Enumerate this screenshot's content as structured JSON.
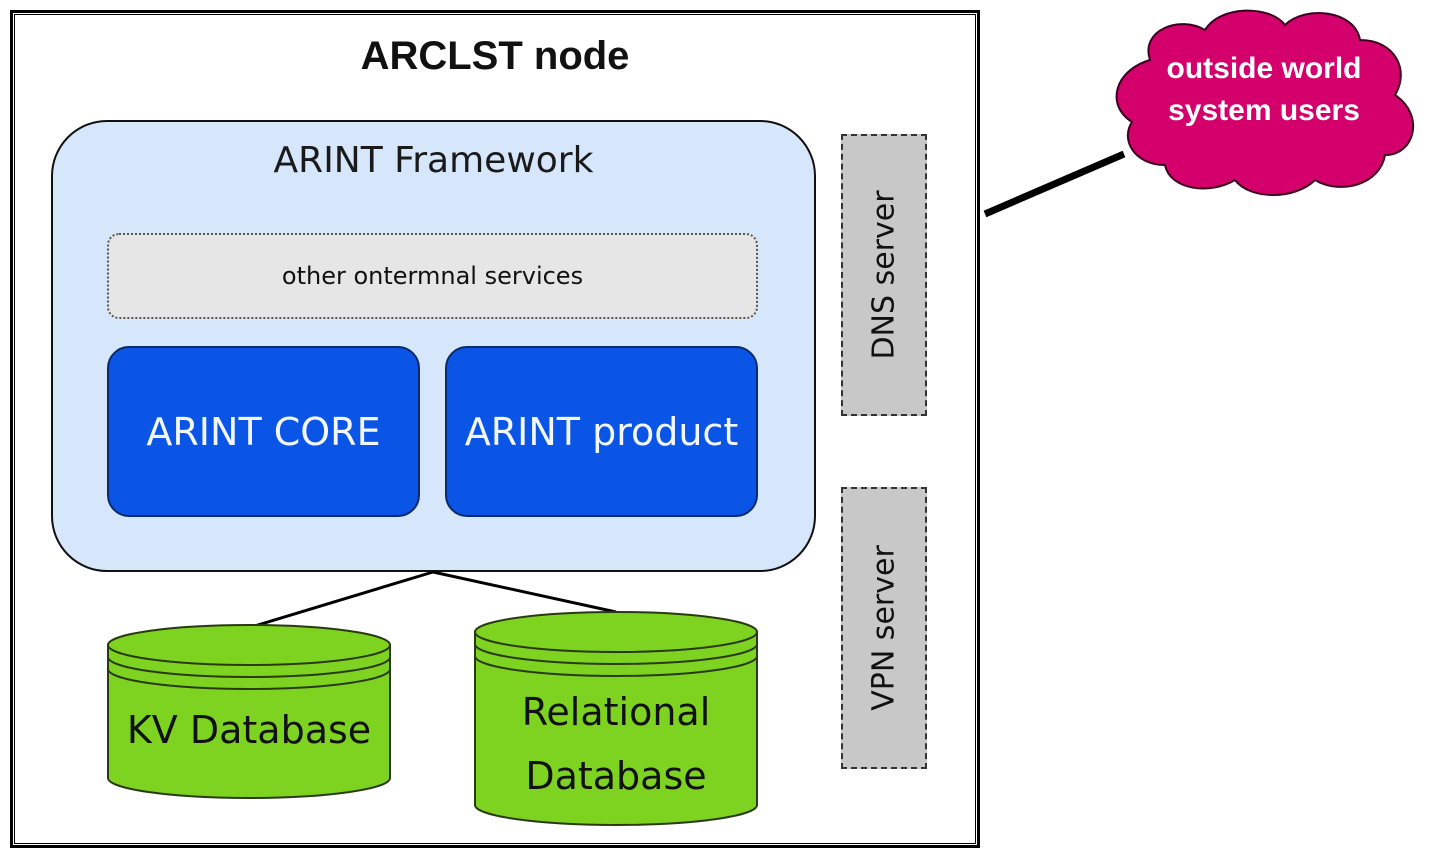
{
  "node": {
    "title": "ARCLST node"
  },
  "framework": {
    "label": "ARINT Framework",
    "other_services": "other ontermnal services",
    "core": "ARINT CORE",
    "product": "ARINT product"
  },
  "servers": {
    "dns": "DNS server",
    "vpn": "VPN server"
  },
  "databases": {
    "kv": "KV Database",
    "relational_line1": "Relational",
    "relational_line2": "Database"
  },
  "cloud": {
    "line1": "outside world",
    "line2": "system users"
  },
  "colors": {
    "framework_fill": "#d6e6fb",
    "core_fill": "#0a55e6",
    "database_fill": "#7ed321",
    "cloud_fill": "#d4006c",
    "server_fill": "#c8c8c8"
  }
}
